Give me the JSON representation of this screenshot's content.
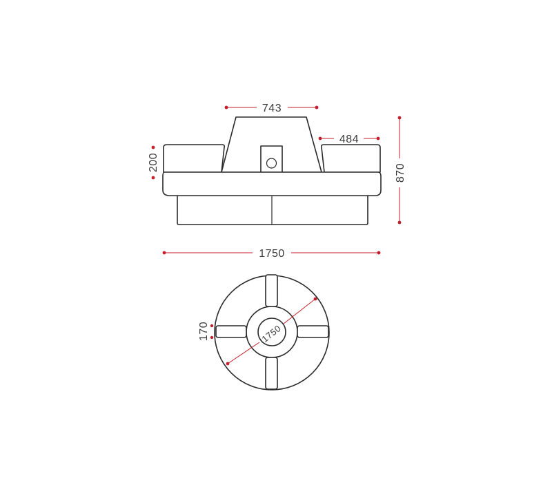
{
  "colors": {
    "outline": "#2a2a2a",
    "dimension": "#c41e2a",
    "dimension_text": "#3a3a3a",
    "background": "#ffffff"
  },
  "front_view": {
    "dims": {
      "top_width": "743",
      "side_seat_width": "484",
      "seat_height": "200",
      "total_height": "870",
      "total_width": "1750"
    }
  },
  "top_view": {
    "dims": {
      "diameter": "1750",
      "arm_width": "170"
    }
  }
}
